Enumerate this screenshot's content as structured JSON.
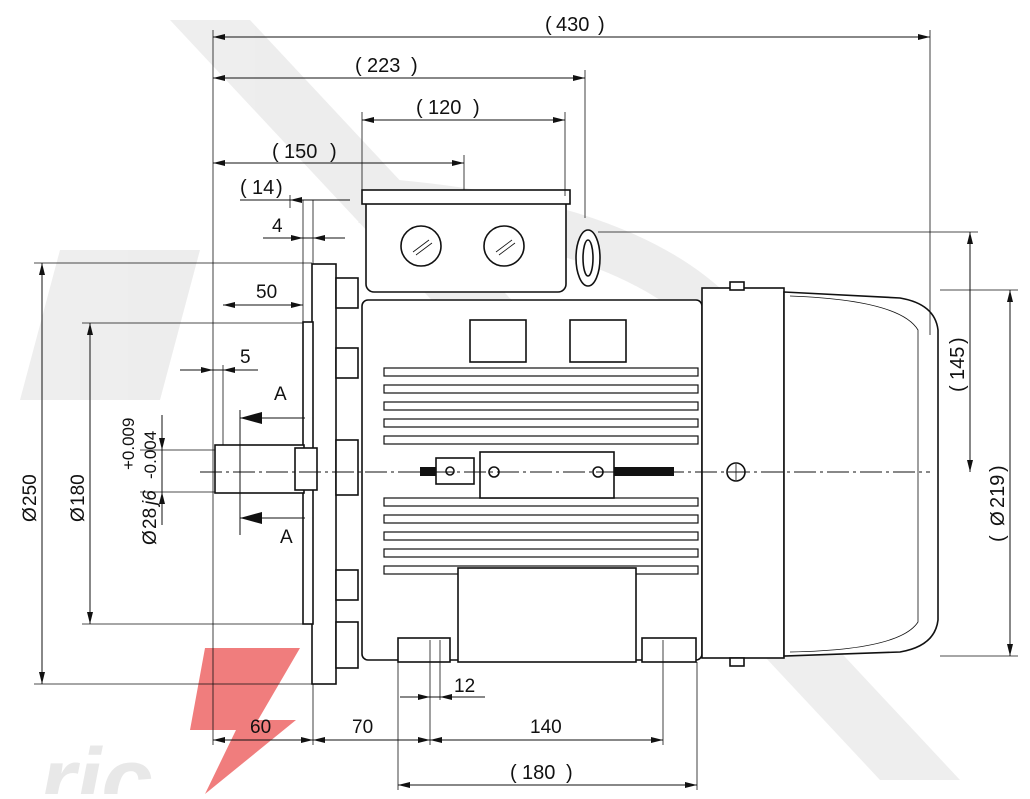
{
  "drawing": {
    "title": "",
    "colors": {
      "line": "#111111",
      "background": "#ffffff",
      "watermark_gray": "#e6e6e6",
      "watermark_red": "#ef7070"
    },
    "watermark": {
      "text": "ric"
    },
    "dimensions": {
      "overall_length": "430",
      "length_223": "223",
      "terminal_box_width": "120",
      "length_150": "150",
      "flange_offset": "14",
      "flange_thickness": "4",
      "spigot_depth": "50",
      "shaft_step": "5",
      "shaft_length": "60",
      "foot_offset": "70",
      "foot_spacing": "140",
      "foot_width": "12",
      "base_length": "180",
      "height_145": "145",
      "fan_cover_diameter": "219",
      "flange_diameter": "250",
      "spigot_diameter": "180",
      "shaft_diameter": "28",
      "shaft_fit": "j6",
      "tol_upper": "+0.009",
      "tol_lower": "-0.004",
      "diameter_symbol": "Ø",
      "section_label": "A"
    }
  }
}
